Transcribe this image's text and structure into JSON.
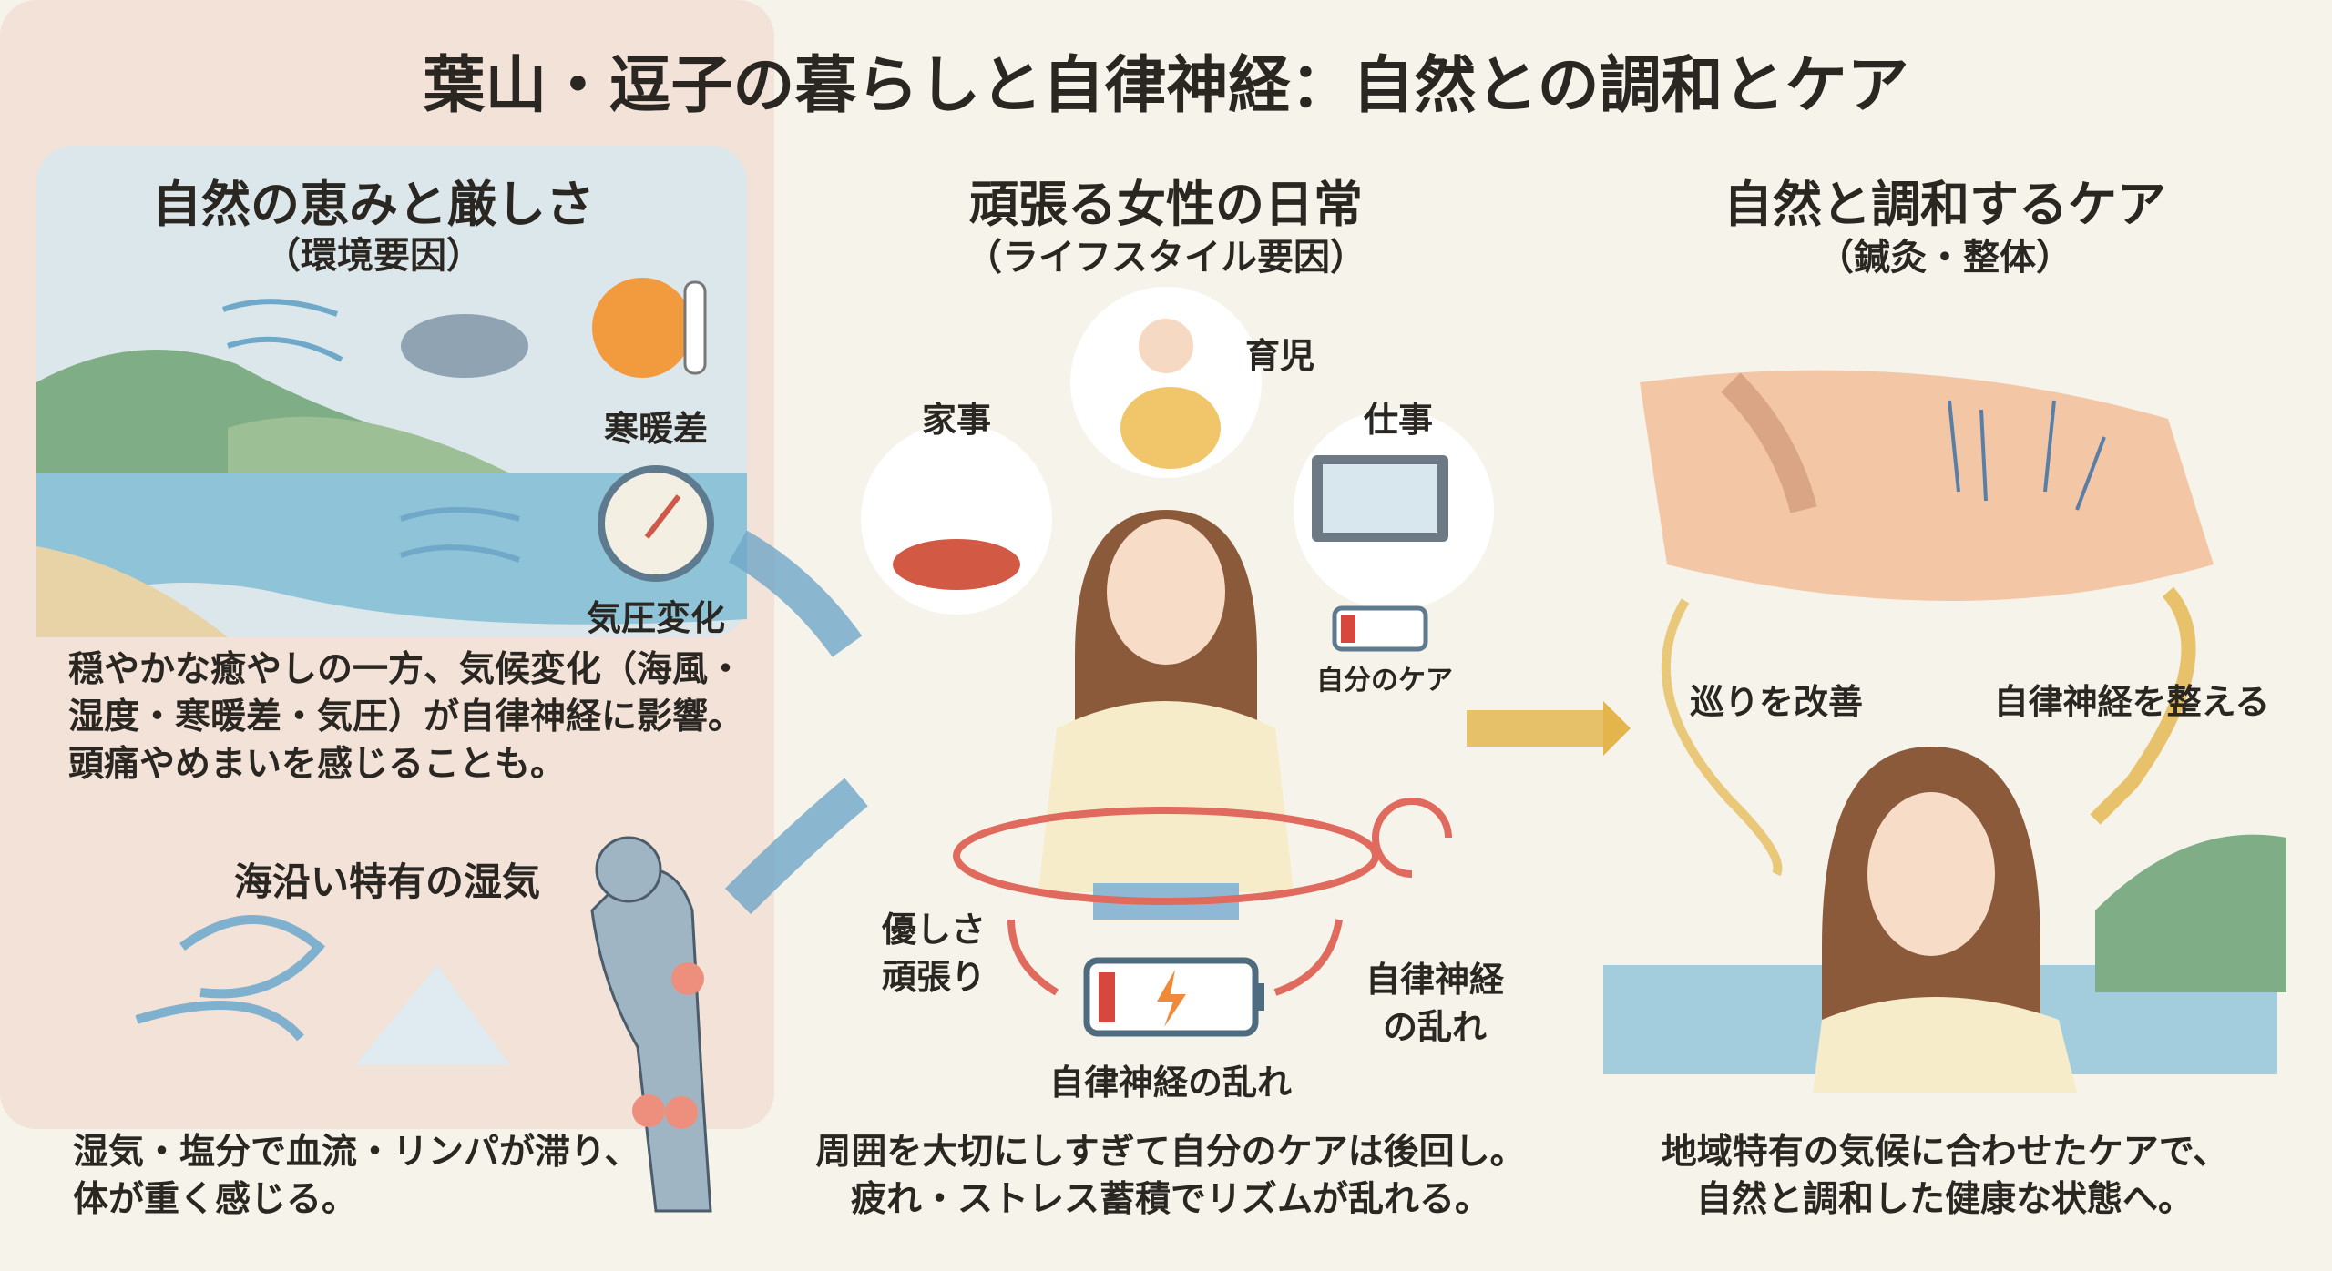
{
  "title": "葉山・逗子の暮らしと自律神経：自然との調和とケア",
  "left": {
    "heading": "自然の恵みと厳しさ",
    "subtitle": "（環境要因）",
    "label_temp": "寒暖差",
    "label_pressure": "気圧変化",
    "text_lines": [
      "穏やかな癒やしの一方、気候変化（海風・",
      "湿度・寒暖差・気圧）が自律神経に影響。",
      "頭痛やめまいを感じることも。"
    ],
    "humidity_heading": "海沿い特有の湿気",
    "humidity_lines": [
      "湿気・塩分で血流・リンパが滞り、",
      "体が重く感じる。"
    ]
  },
  "middle": {
    "heading": "頑張る女性の日常",
    "subtitle": "（ライフスタイル要因）",
    "label_childcare": "育児",
    "label_housework": "家事",
    "label_work": "仕事",
    "label_selfcare": "自分のケア",
    "label_kindness": [
      "優しさ",
      "頑張り"
    ],
    "label_disorder_right": [
      "自律神経",
      "の乱れ"
    ],
    "label_disorder_bottom": "自律神経の乱れ",
    "text_lines": [
      "周囲を大切にしすぎて自分のケアは後回し。",
      "疲れ・ストレス蓄積でリズムが乱れる。"
    ]
  },
  "right": {
    "heading": "自然と調和するケア",
    "subtitle": "（鍼灸・整体）",
    "label_circulation": "巡りを改善",
    "label_autonomic": "自律神経を整える",
    "text_lines": [
      "地域特有の気候に合わせたケアで、",
      "自然と調和した健康な状態へ。"
    ]
  },
  "colors": {
    "accent_blue": "#6fa8c8",
    "accent_red": "#e06a5e",
    "accent_gold": "#e4b54a",
    "panel_mid": "#f2e2d8"
  }
}
